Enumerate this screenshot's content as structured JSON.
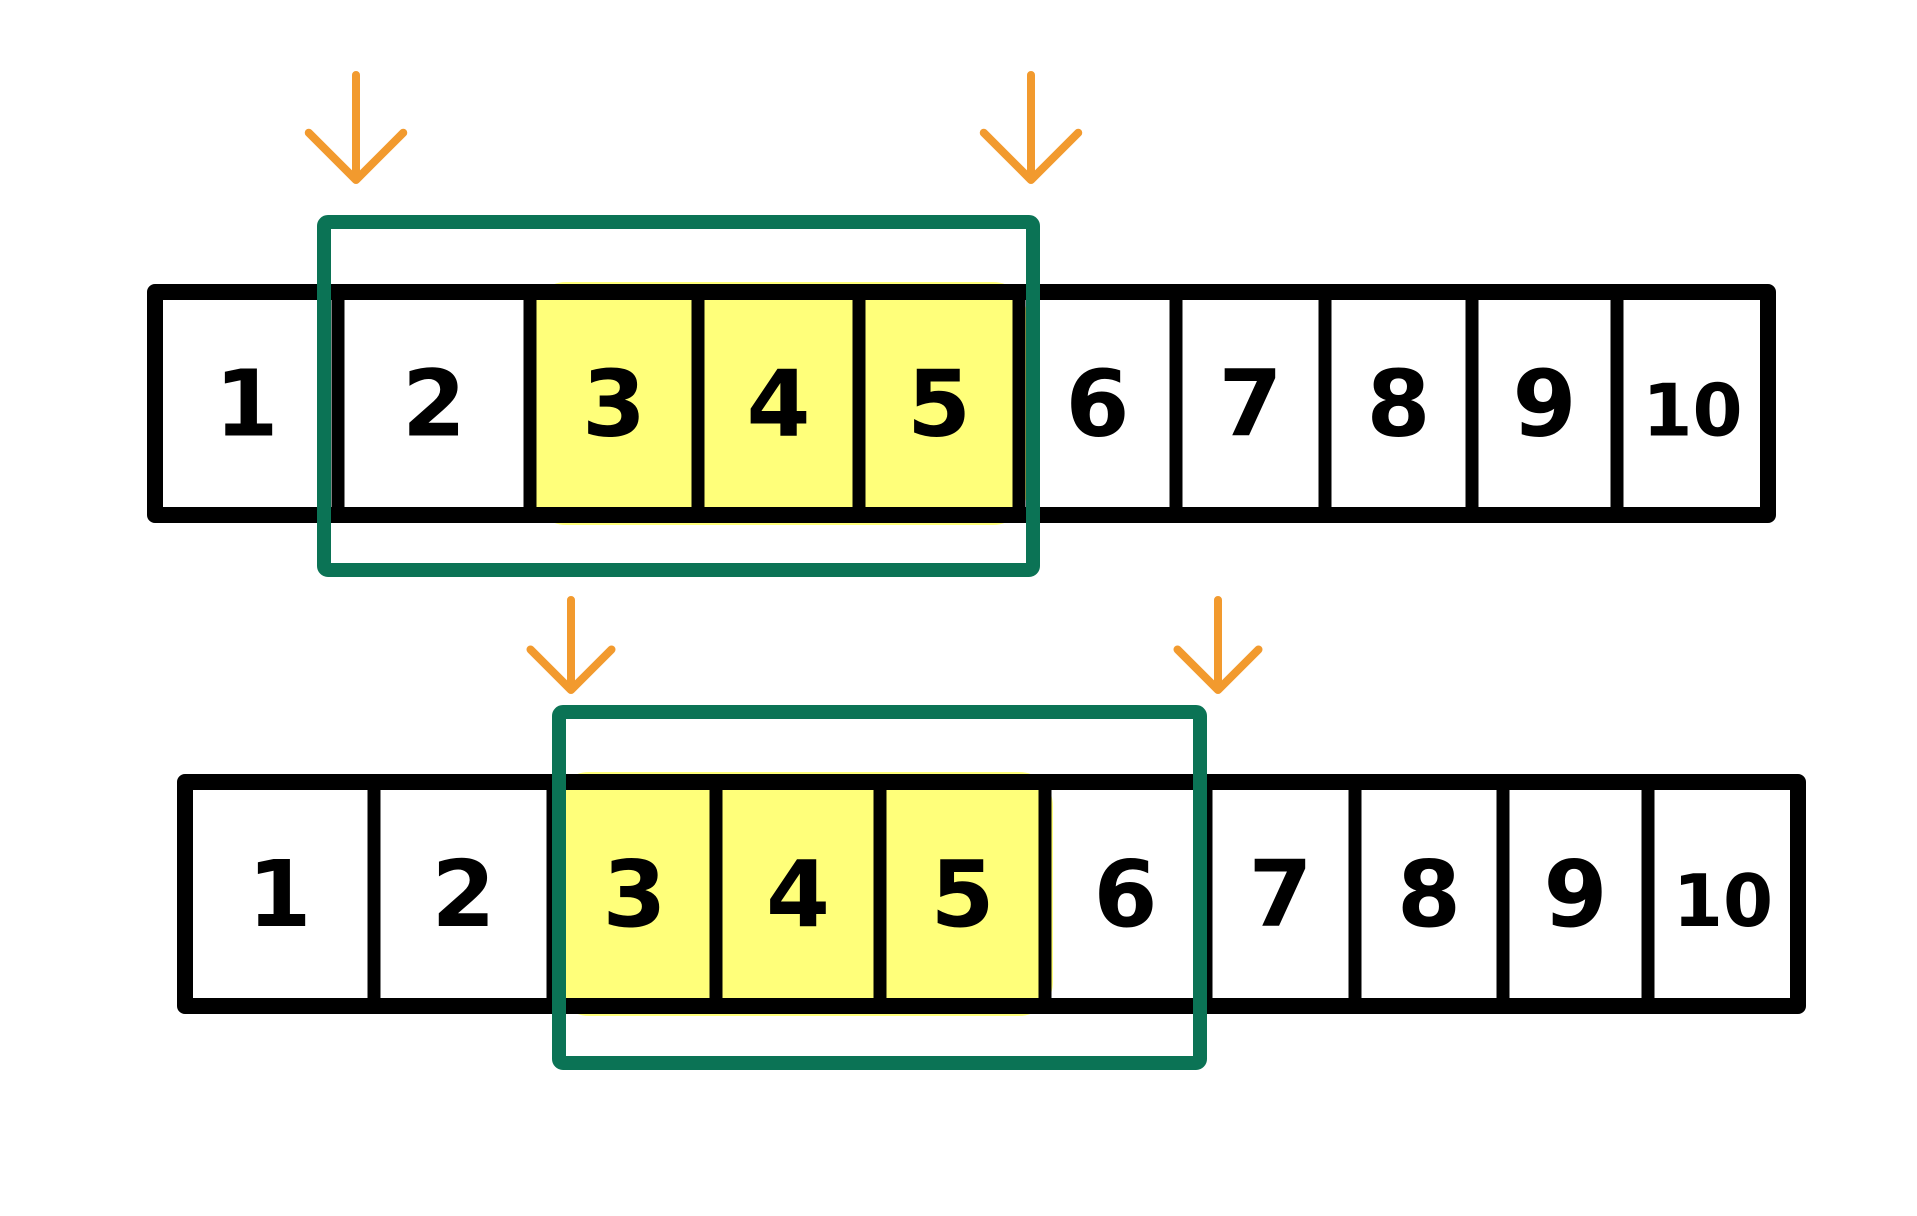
{
  "diagram": {
    "colors": {
      "cell_stroke": "#000000",
      "window_stroke": "#0B7355",
      "highlight_fill": "#FFFF7A",
      "pointer_stroke": "#F29A2E"
    },
    "rows": [
      {
        "cells": [
          "1",
          "2",
          "3",
          "4",
          "5",
          "6",
          "7",
          "8",
          "9",
          "10"
        ],
        "highlighted_cells": [
          2,
          3,
          4
        ],
        "window_cells": [
          1,
          4
        ],
        "pointer_cells": [
          1,
          5
        ]
      },
      {
        "cells": [
          "1",
          "2",
          "3",
          "4",
          "5",
          "6",
          "7",
          "8",
          "9",
          "10"
        ],
        "highlighted_cells": [
          2,
          3,
          4
        ],
        "window_cells": [
          2,
          5
        ],
        "pointer_cells": [
          2,
          6
        ]
      }
    ]
  }
}
